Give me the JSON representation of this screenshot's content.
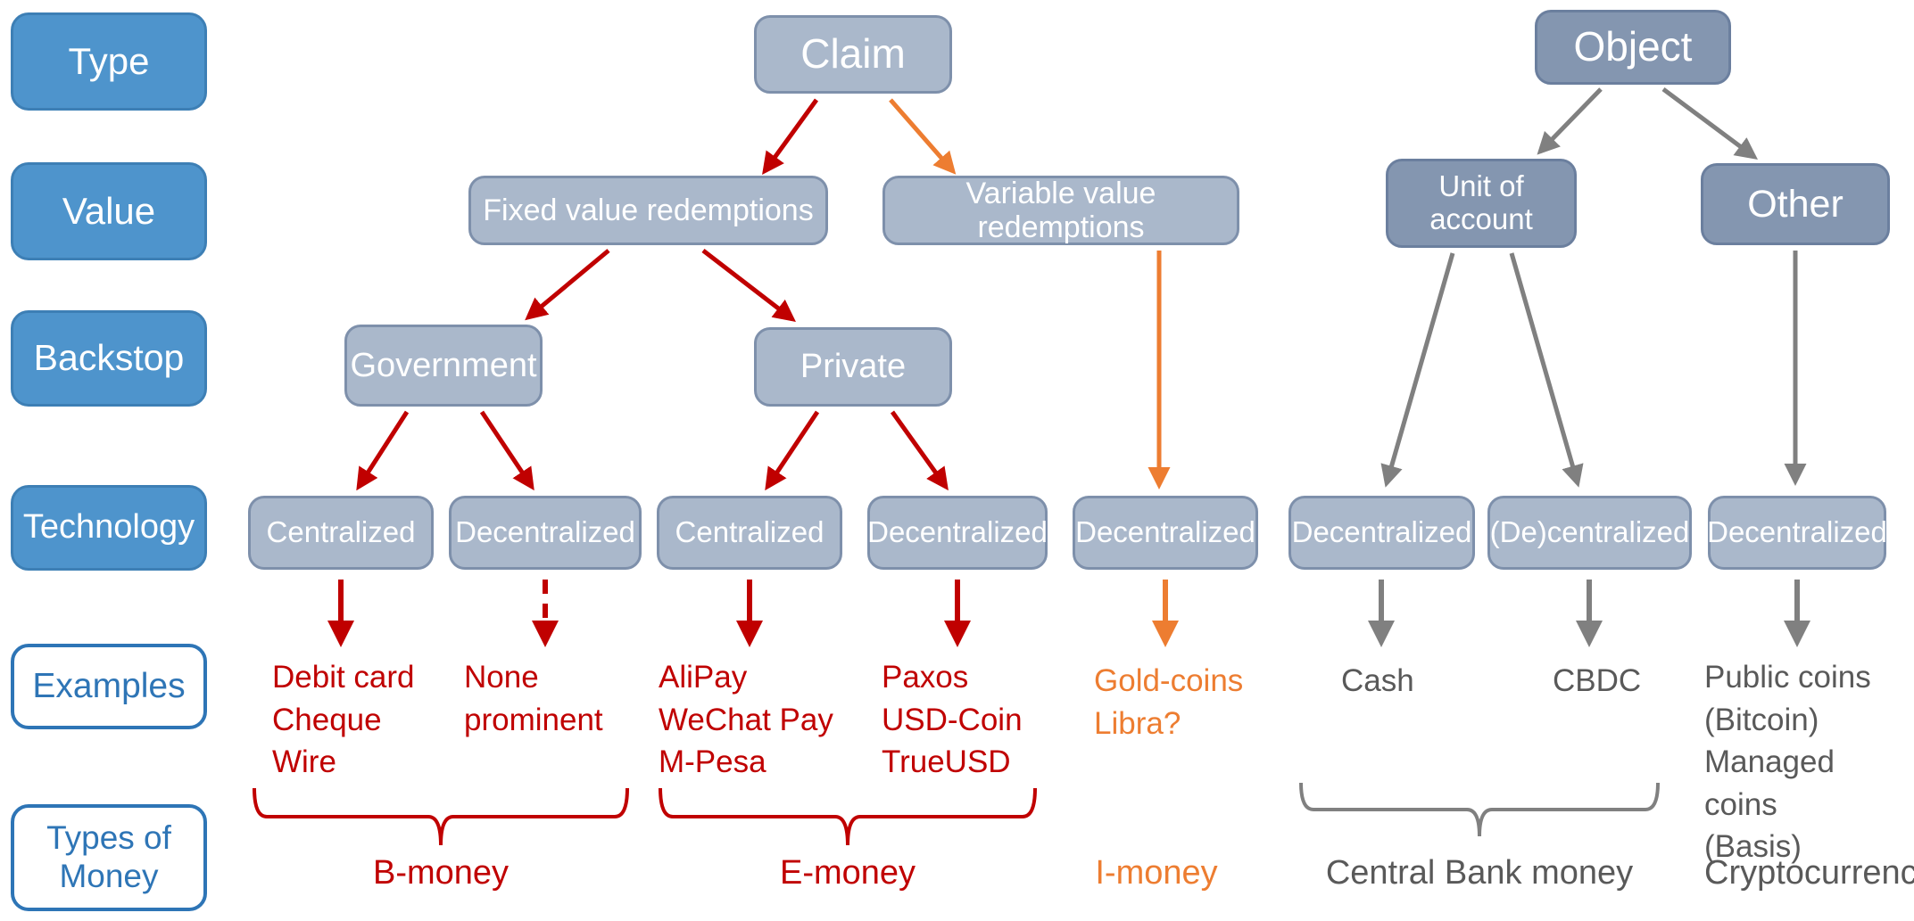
{
  "sidebar": {
    "rows": [
      {
        "id": "type",
        "label": "Type"
      },
      {
        "id": "value",
        "label": "Value"
      },
      {
        "id": "backstop",
        "label": "Backstop"
      },
      {
        "id": "technology",
        "label": "Technology"
      },
      {
        "id": "examples",
        "label": "Examples"
      },
      {
        "id": "types_of_money",
        "label": "Types of\nMoney"
      }
    ]
  },
  "tree": {
    "claim": {
      "label": "Claim"
    },
    "object": {
      "label": "Object"
    },
    "fixed": {
      "label": "Fixed value redemptions"
    },
    "variable": {
      "label": "Variable value redemptions"
    },
    "unit": {
      "label": "Unit of account"
    },
    "other": {
      "label": "Other"
    },
    "government": {
      "label": "Government"
    },
    "private": {
      "label": "Private"
    },
    "tech": [
      {
        "label": "Centralized"
      },
      {
        "label": "Decentralized"
      },
      {
        "label": "Centralized"
      },
      {
        "label": "Decentralized"
      },
      {
        "label": "Decentralized"
      },
      {
        "label": "Decentralized"
      },
      {
        "label": "(De)centralized"
      },
      {
        "label": "Decentralized"
      }
    ]
  },
  "examples": {
    "b_centralized": "Debit card\nCheque\nWire",
    "b_decentralized": "None\nprominent",
    "e_centralized": "AliPay\nWeChat Pay\nM-Pesa",
    "e_decentralized": "Paxos\nUSD-Coin\nTrueUSD",
    "i_money": "Gold-coins\nLibra?",
    "cash": "Cash",
    "cbdc": "CBDC",
    "crypto": "Public coins\n(Bitcoin)\nManaged coins\n(Basis)"
  },
  "money_types": {
    "b": "B-money",
    "e": "E-money",
    "i": "I-money",
    "central_bank": "Central Bank money",
    "crypto": "Cryptocurrency"
  },
  "colors": {
    "red_accent": "#C00000",
    "orange_accent": "#ED7D31",
    "gray_accent": "#808080",
    "sidebar_blue": "#4E94CC",
    "outline_blue": "#2E75B6",
    "light_node": "#AAB8CB",
    "dark_node": "#8496B0"
  }
}
